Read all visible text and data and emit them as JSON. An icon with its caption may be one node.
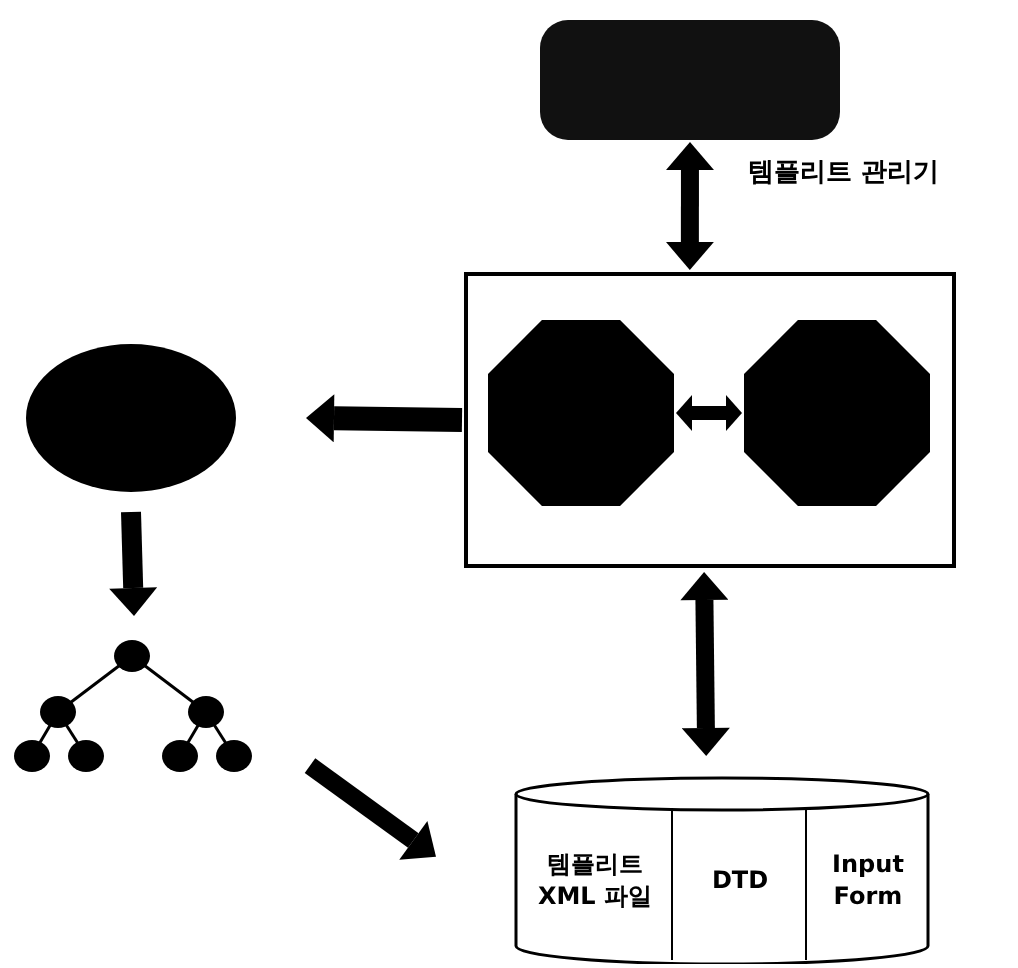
{
  "diagram": {
    "nodes": [
      {
        "text": [],
        "shape": "box"
      },
      {
        "text": [],
        "shape": "rectangle"
      },
      {
        "text": [],
        "shape": "octagon",
        "in": 1
      },
      {
        "text": [],
        "shape": "octagon",
        "in": 1
      },
      {
        "text": [],
        "shape": "ellipse"
      },
      {
        "text": [],
        "shape": "tree"
      },
      {
        "text": [
          "템플리트 XML 파일",
          "DTD",
          "Input Form"
        ]
      }
    ],
    "edges": [
      {
        "from": 0,
        "to": 1,
        "arrow": "both"
      },
      {
        "from": 2,
        "to": 3,
        "arrow": "both"
      },
      {
        "from": 1,
        "to": 4,
        "arrow": "to"
      },
      {
        "from": 4,
        "to": 5,
        "arrow": "to"
      },
      {
        "from": 5,
        "to": 6,
        "arrow": "to"
      },
      {
        "from": 1,
        "to": 6,
        "arrow": "both"
      }
    ],
    "labels": [
      "템플리트 관리기"
    ]
  }
}
